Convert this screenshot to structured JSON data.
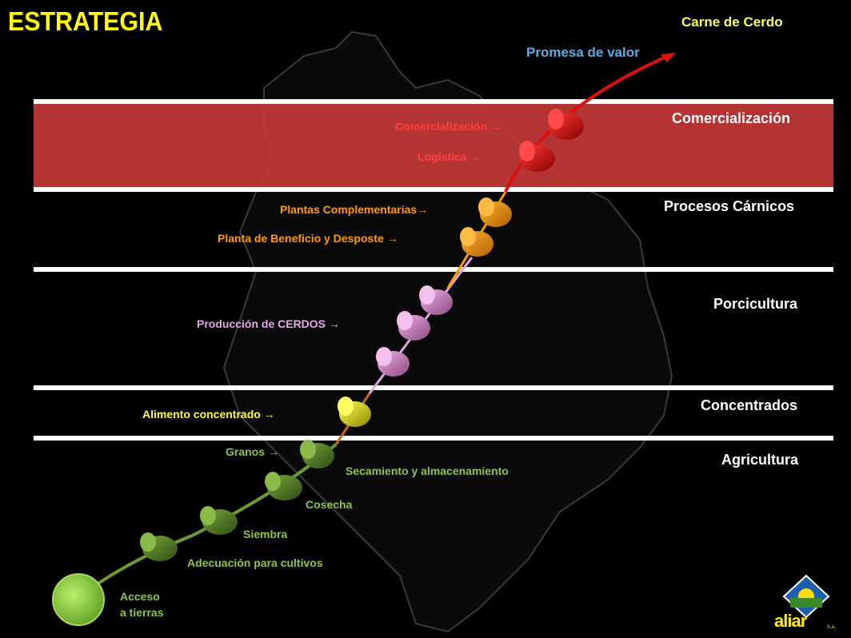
{
  "title": "ESTRATEGIA",
  "top_right_label": "Carne de Cerdo",
  "value_label": "Promesa de valor",
  "layers": [
    {
      "name": "Comercialización"
    },
    {
      "name": "Procesos Cárnicos"
    },
    {
      "name": "Porcicultura"
    },
    {
      "name": "Concentrados"
    },
    {
      "name": "Agricultura"
    }
  ],
  "steps": {
    "comercializacion": "Comercialización →",
    "logistica": "Logística →",
    "plantas_complementarias": "Plantas Complementarias→",
    "planta_beneficio": "Planta de Beneficio y Desposte →",
    "produccion_cerdos": "Producción de CERDOS →",
    "alimento_concentrado": "Alimento concentrado →",
    "granos": "Granos →",
    "secamiento": "Secamiento y almacenamiento",
    "cosecha": "Cosecha",
    "siembra": "Siembra",
    "adecuacion": "Adecuación para cultivos",
    "acceso_1": "Acceso",
    "acceso_2": "a tierras"
  },
  "logo": {
    "text": "aliar",
    "suffix": "S.A."
  },
  "colors": {
    "background": "#000000",
    "title": "#ffff00",
    "commercial_band": "#c83a3a",
    "red_stage": "#e0202a",
    "orange_stage": "#ff9a00",
    "pink_stage": "#d98fd0",
    "yellow_stage": "#e0e000",
    "green_stage": "#6a9a30"
  }
}
